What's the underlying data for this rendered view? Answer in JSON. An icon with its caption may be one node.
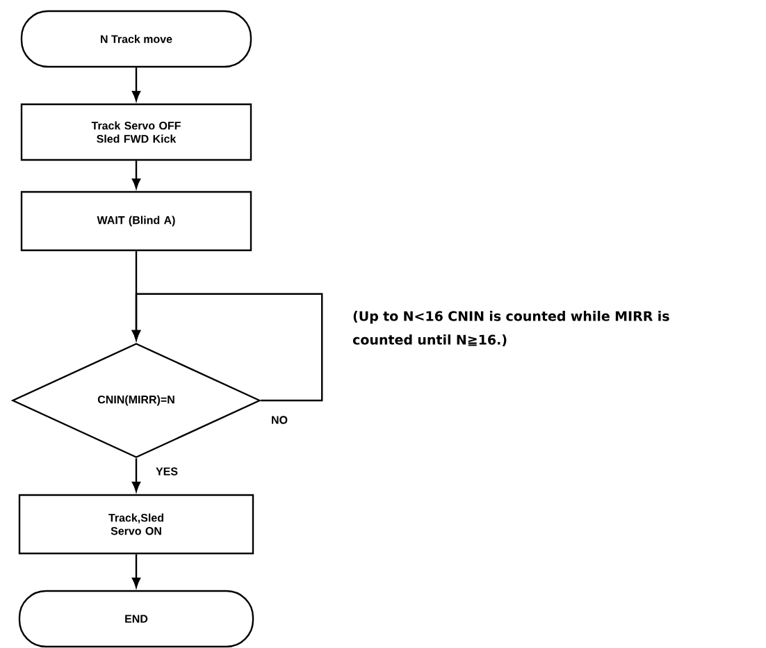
{
  "diagram": {
    "nodes": [
      {
        "text": [
          "N Track move"
        ]
      },
      {
        "text": [
          "Track Servo OFF Sled FWD Kick"
        ]
      },
      {
        "text": [
          "WAIT (Blind A)"
        ]
      },
      {
        "text": [
          "CNIN(MIRR)=N"
        ]
      },
      {
        "text": [
          "Track,Sled Servo ON"
        ]
      },
      {
        "text": [
          "END"
        ]
      }
    ],
    "edges": [
      {
        "from": 0,
        "to": 1,
        "arrow": "to"
      },
      {
        "from": 1,
        "to": 2,
        "arrow": "to"
      },
      {
        "from": 2,
        "to": 3,
        "arrow": "to"
      },
      {
        "from": 3,
        "to": 3,
        "arrow": "to",
        "label": "NO"
      },
      {
        "from": 3,
        "to": 4,
        "arrow": "to",
        "label": "YES"
      },
      {
        "from": 4,
        "to": 5,
        "arrow": "to"
      }
    ],
    "labels": [
      "(Up to N<16 CNIN is counted while MIRR is counted until N≧16.)"
    ]
  }
}
